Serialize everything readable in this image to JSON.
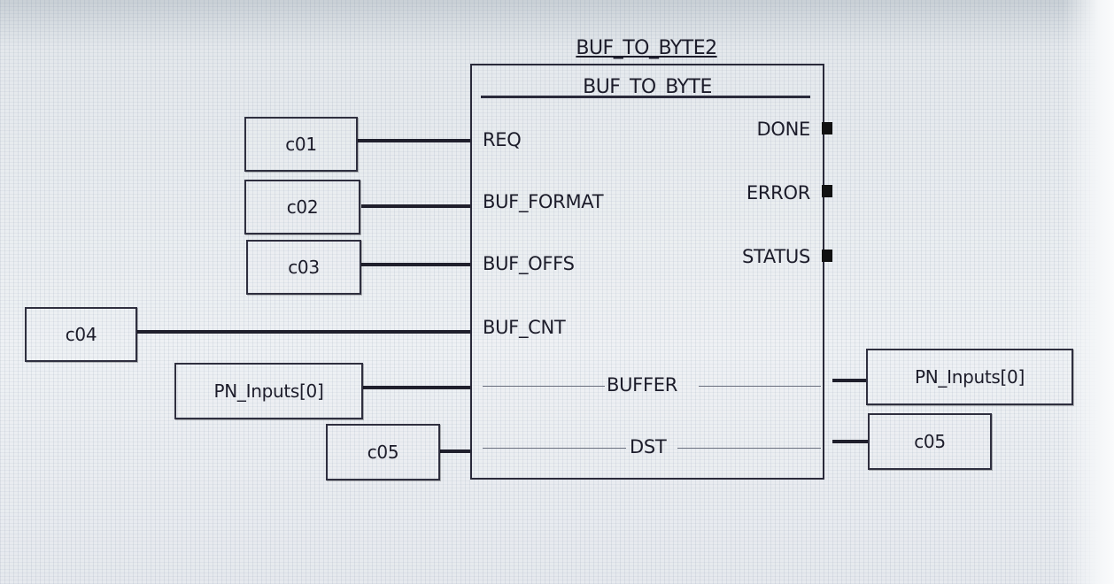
{
  "block": {
    "instance_name": "BUF_TO_BYTE2",
    "type_name": "BUF_TO_BYTE",
    "inputs": [
      "REQ",
      "BUF_FORMAT",
      "BUF_OFFS",
      "BUF_CNT"
    ],
    "outputs": [
      "DONE",
      "ERROR",
      "STATUS"
    ],
    "inouts": [
      "BUFFER",
      "DST"
    ]
  },
  "variables": {
    "left": [
      "c01",
      "c02",
      "c03",
      "c04",
      "PN_Inputs[0]",
      "c05"
    ],
    "right": [
      "PN_Inputs[0]",
      "c05"
    ]
  },
  "colors": {
    "wire": "#1f1f2c",
    "background": "#e9edf2",
    "pin_marker": "#111111"
  }
}
